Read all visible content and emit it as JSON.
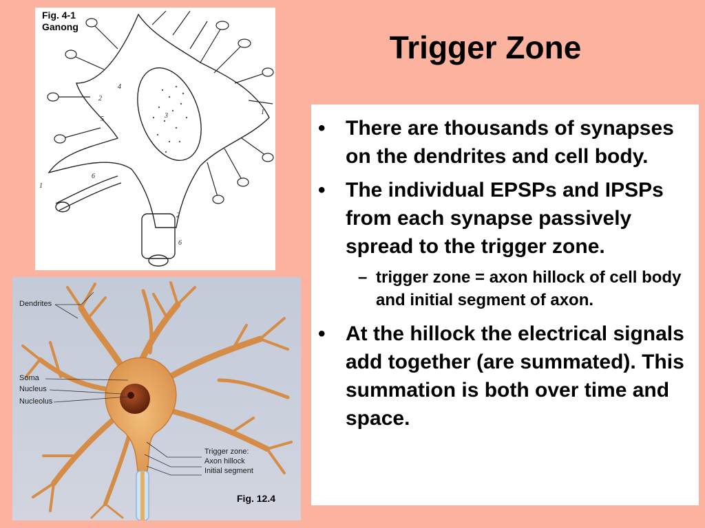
{
  "title": "Trigger Zone",
  "figure1": {
    "caption": "Fig. 4-1\nGanong",
    "labels": [
      "1",
      "2",
      "3",
      "4",
      "5",
      "6",
      "1",
      "6",
      "2"
    ]
  },
  "figure2": {
    "labels": {
      "dendrites": "Dendrites",
      "soma": "Soma",
      "nucleus": "Nucleus",
      "nucleolus": "Nucleolus",
      "trigger_zone": "Trigger zone:",
      "axon_hillock": "Axon hillock",
      "initial_segment": "Initial segment"
    },
    "caption": "Fig. 12.4"
  },
  "bullets": [
    {
      "text": "There are thousands of synapses on the dendrites and cell body."
    },
    {
      "text": "The individual EPSPs and IPSPs from each synapse passively spread to the trigger zone."
    },
    {
      "sub": "trigger zone = axon hillock of cell body and initial segment of axon."
    },
    {
      "text": "At the hillock the electrical signals add together (are summated).  This summation is both over time and space."
    }
  ],
  "bullet_symbol": "•",
  "sub_symbol": "–",
  "colors": {
    "background": "#fbb3a0",
    "neuron_fill": "#e8a760",
    "nucleus": "#7a2e12"
  }
}
